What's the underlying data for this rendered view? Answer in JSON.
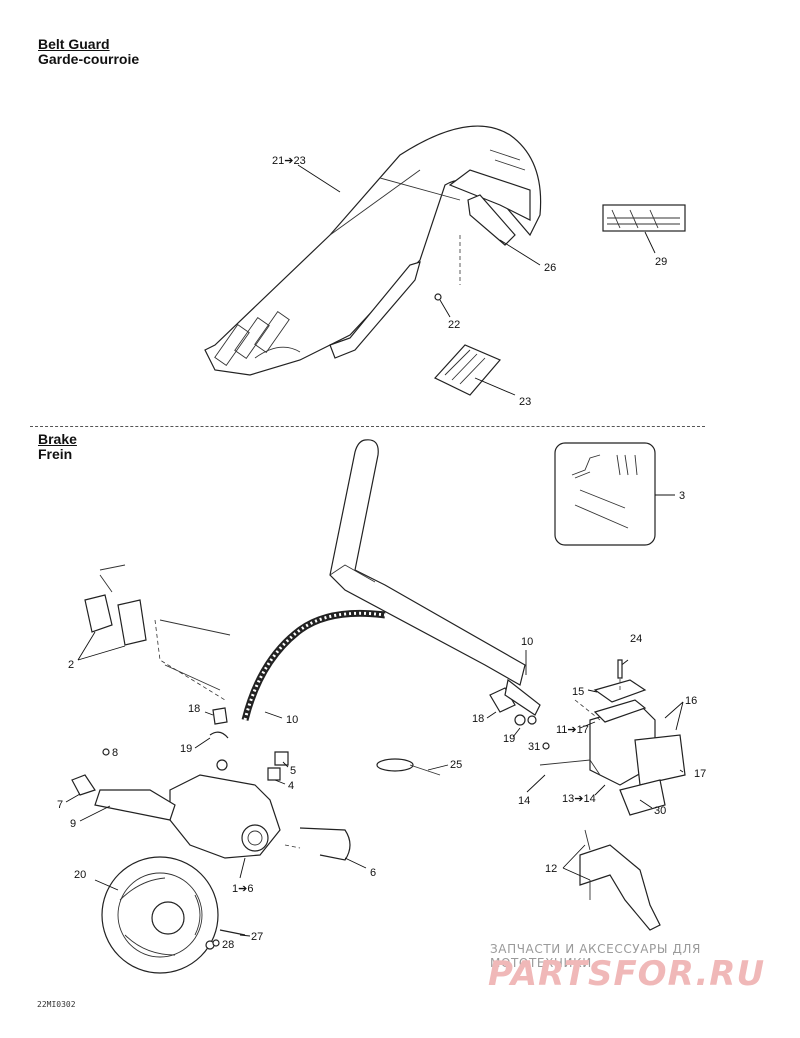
{
  "sections": {
    "belt_guard": {
      "title_en": "Belt Guard",
      "title_fr": "Garde-courroie"
    },
    "brake": {
      "title_en": "Brake",
      "title_fr": "Frein"
    }
  },
  "callouts": {
    "c21_23": "21➔23",
    "c26": "26",
    "c29": "29",
    "c22": "22",
    "c23": "23",
    "c3": "3",
    "c2": "2",
    "c10a": "10",
    "c10b": "10",
    "c18a": "18",
    "c18b": "18",
    "c19a": "19",
    "c19b": "19",
    "c8": "8",
    "c5": "5",
    "c4": "4",
    "c7": "7",
    "c9": "9",
    "c6": "6",
    "c1_6": "1➔6",
    "c20": "20",
    "c27": "27",
    "c28": "28",
    "c25": "25",
    "c24": "24",
    "c15": "15",
    "c16": "16",
    "c11_17": "11➔17",
    "c31": "31",
    "c17": "17",
    "c14": "14",
    "c13_14": "13➔14",
    "c30": "30",
    "c12": "12"
  },
  "watermark": {
    "tagline": "ЗАПЧАСТИ И АКСЕССУАРЫ ДЛЯ МОТОТЕХНИКИ",
    "logo": "PARTSFOR.RU"
  },
  "doc_id": "22MI0302"
}
